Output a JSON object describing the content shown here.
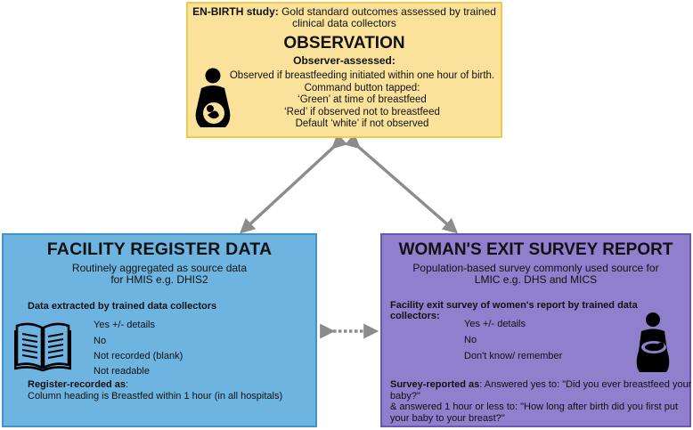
{
  "observation": {
    "header_bold": "EN-BIRTH study:",
    "header_rest": " Gold standard outcomes assessed by trained",
    "header_line2": "clinical data collectors",
    "title": "OBSERVATION",
    "subtitle": "Observer-assessed:",
    "lines": [
      "Observed if breastfeeding initiated within one hour of birth.",
      "Command button tapped:",
      "‘Green’ at time of breastfeed",
      "‘Red’ if observed not to breastfeed",
      "Default ‘white’ if not observed"
    ],
    "icon": "pregnant-woman-icon"
  },
  "facility": {
    "title": "FACILITY REGISTER DATA",
    "desc_line1": "Routinely aggregated as source data",
    "desc_line2": "for HMIS e.g. DHIS2",
    "extracted_label": "Data extracted by trained data collectors",
    "options": [
      "Yes +/- details",
      "No",
      "Not recorded (blank)",
      "Not readable"
    ],
    "recorded_label_bold": "Register-recorded as",
    "recorded_label_rest": ":",
    "recorded_value": "Column heading is Breastfed within 1 hour (in all hospitals)",
    "icon": "register-book-icon"
  },
  "woman": {
    "title": "WOMAN'S EXIT SURVEY REPORT",
    "desc_line1": "Population-based survey commonly used source for",
    "desc_line2": "LMIC e.g. DHS and MICS",
    "extracted_line1": "Facility exit survey of women's report by trained data",
    "extracted_line2": "collectors:",
    "options": [
      "Yes +/- details",
      "No",
      "Don't know/ remember"
    ],
    "survey_bold": "Survey-reported as",
    "survey_line1_rest": ": Answered yes to: \"Did you ever breastfeed your",
    "survey_line2": "baby?\"",
    "survey_line3": "& answered 1 hour or less to: \"How long after birth did you first put",
    "survey_line4": "your baby to your breast?\"",
    "icon": "breastfeeding-mother-icon"
  },
  "colors": {
    "observation_fill": "#fbe29b",
    "facility_fill": "#6db4e0",
    "woman_fill": "#8f7fcc",
    "arrow": "#8c8c8c"
  }
}
